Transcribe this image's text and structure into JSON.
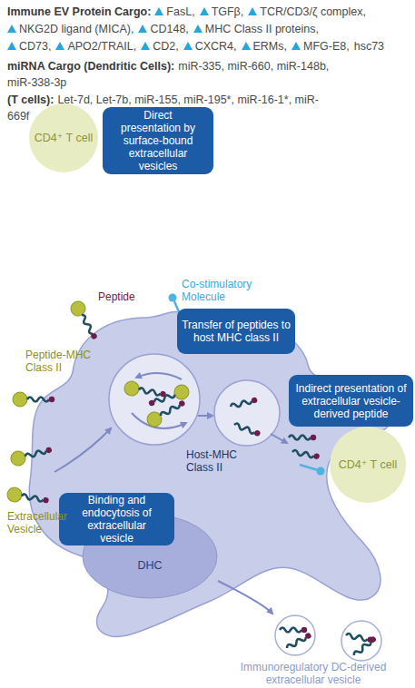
{
  "diagram": {
    "nodes": [
      {
        "text": [
          "Direct presentation by surface-bound extracellular vesicles"
        ]
      },
      {
        "text": [
          "CD4⁺ T cell"
        ]
      },
      {
        "text": [
          "Transfer of peptides to host MHC class II"
        ]
      },
      {
        "text": [
          "Indirect presentation of extracellular vesicle-derived peptide"
        ]
      },
      {
        "text": [
          "CD4⁺ T cell"
        ]
      },
      {
        "text": [
          "Binding and endocytosis of extracellular vesicle"
        ]
      },
      {
        "text": [
          "DHC"
        ]
      }
    ],
    "labels": [
      "Immune EV Protein Cargo:",
      "FasL,",
      "TGFβ,",
      "TCR/CD3/ζ complex,",
      "NKG2D ligand (MICA),",
      "CD148,",
      "MHC Class II proteins,",
      "CD73,",
      "APO2/TRAIL,",
      "CD2,",
      "CXCR4,",
      "ERMs,",
      "MFG-E8,",
      "hsc73",
      "miRNA Cargo (Dendritic Cells):",
      "miR-335, miR-660, miR-148b, miR-338-3p",
      "(T cells):",
      "Let-7d, Let-7b, miR-155, miR-195*, miR-16-1*, miR-669f",
      "Co-stimulatory Molecule",
      "Peptide",
      "Peptide-MHC Class II",
      "Extracellular Vesicle",
      "Host-MHC Class II",
      "Immunoregulatory DC-derived extracellular vesicle"
    ]
  }
}
